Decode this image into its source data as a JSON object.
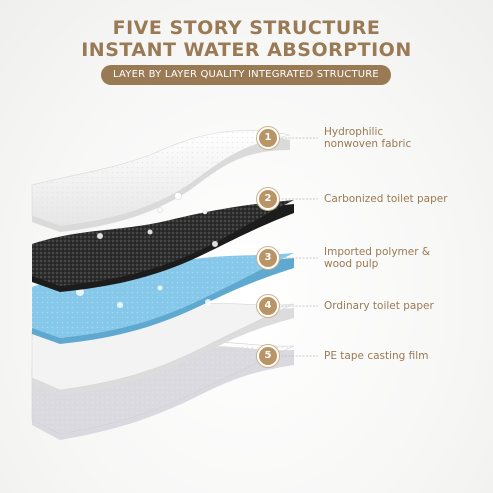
{
  "header": {
    "title_line1": "FIVE STORY STRUCTURE",
    "title_line2": "INSTANT WATER ABSORPTION",
    "banner": "LAYER BY LAYER QUALITY INTEGRATED STRUCTURE"
  },
  "layers": [
    {
      "number": "1",
      "label_line1": "Hydrophilic",
      "label_line2": "nonwoven fabric"
    },
    {
      "number": "2",
      "label_line1": "Carbonized toilet paper",
      "label_line2": ""
    },
    {
      "number": "3",
      "label_line1": "Imported polymer &",
      "label_line2": "wood pulp"
    },
    {
      "number": "4",
      "label_line1": "Ordinary toilet paper",
      "label_line2": ""
    },
    {
      "number": "5",
      "label_line1": "PE tape casting film",
      "label_line2": ""
    }
  ],
  "colors": {
    "accent": "#9a7a55",
    "layer1": "#f4f4f4",
    "layer2": "#2b2b2b",
    "layer3": "#7fc3e6",
    "layer4": "#f2f2f2",
    "layer5": "#f6f6f8"
  }
}
